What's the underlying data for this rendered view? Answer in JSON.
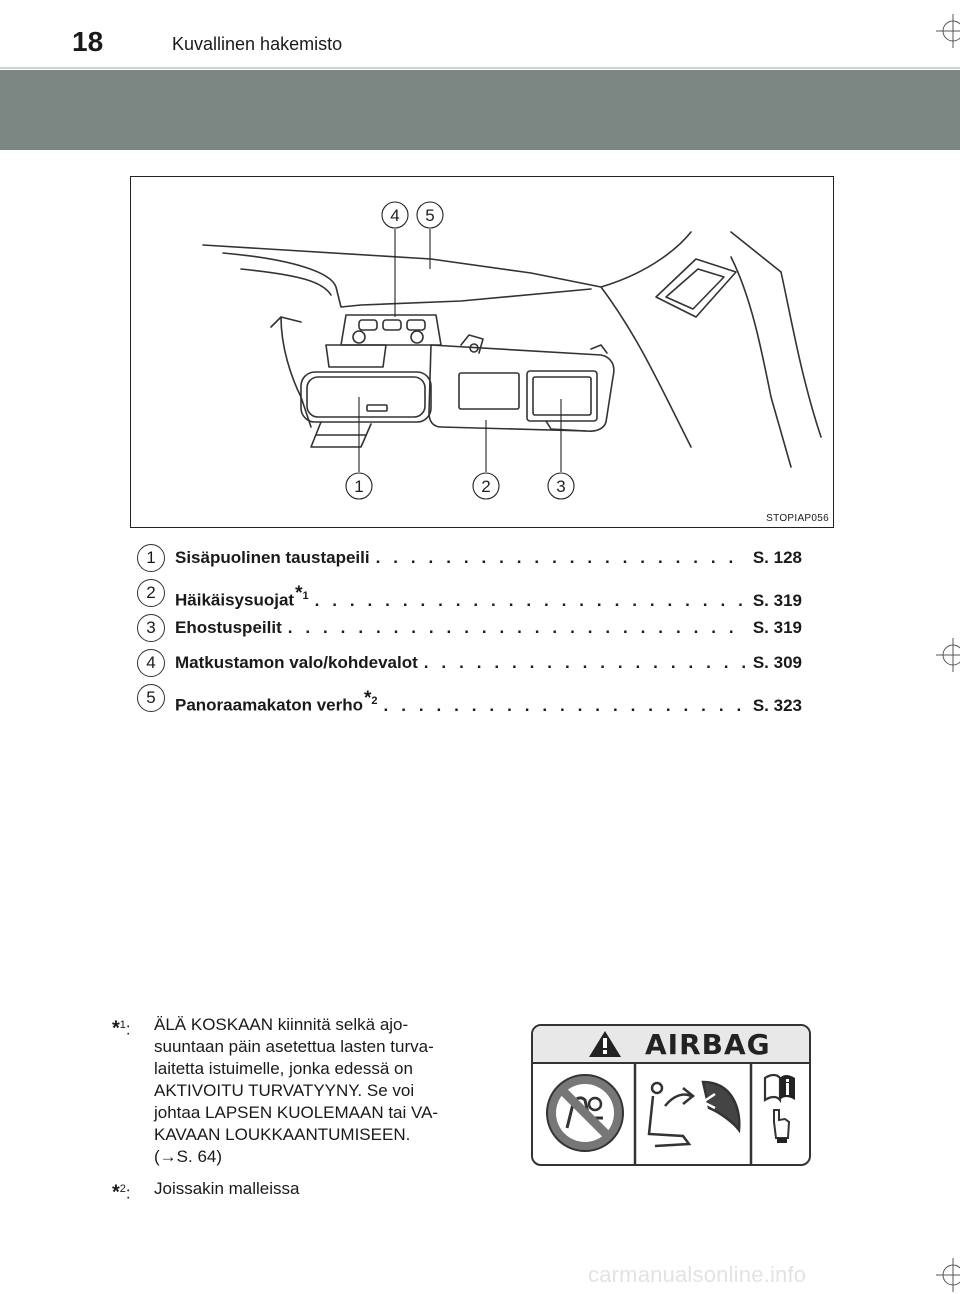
{
  "header": {
    "page_number": "18",
    "section_title": "Kuvallinen hakemisto"
  },
  "figure": {
    "code": "STOPIAP056",
    "callouts": [
      "1",
      "2",
      "3",
      "4",
      "5"
    ]
  },
  "index_items": [
    {
      "num": "1",
      "label": "Sisäpuolinen taustapeili",
      "note": "",
      "ref": "S. 128"
    },
    {
      "num": "2",
      "label": "Häikäisysuojat",
      "note": "1",
      "ref": "S. 319"
    },
    {
      "num": "3",
      "label": "Ehostuspeilit",
      "note": "",
      "ref": "S. 319"
    },
    {
      "num": "4",
      "label": "Matkustamon valo/kohdevalot",
      "note": "",
      "ref": "S. 309"
    },
    {
      "num": "5",
      "label": "Panoraamakaton verho",
      "note": "2",
      "ref": "S. 323"
    }
  ],
  "footnotes": [
    {
      "mark": "*",
      "sup": "1",
      "lines": [
        "ÄLÄ KOSKAAN kiinnitä selkä ajo-",
        "suuntaan päin asetettua lasten turva-",
        "laitetta istuimelle, jonka edessä on",
        "AKTIVOITU TURVATYYNY. Se voi",
        "johtaa LAPSEN KUOLEMAAN tai VA-",
        "KAVAAN LOUKKAANTUMISEEN.",
        "(→S. 64)"
      ]
    },
    {
      "mark": "*",
      "sup": "2",
      "lines": [
        "Joissakin malleissa"
      ]
    }
  ],
  "airbag_label": {
    "title": "AIRBAG",
    "icons": [
      "warning-triangle-icon",
      "no-rear-facing-child-seat-icon",
      "seat-airbag-deploy-icon",
      "read-manual-icon"
    ]
  },
  "watermark": "carmanualsonline.info"
}
